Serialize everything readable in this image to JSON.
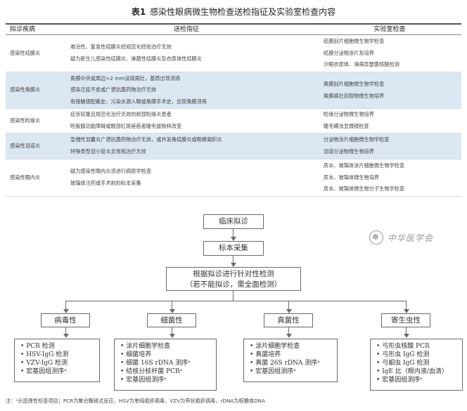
{
  "table": {
    "number": "表1",
    "title": "感染性眼病微生物检查送检指征及实验室检查内容",
    "headers": [
      "拟诊疾病",
      "送检指征",
      "实验室检查"
    ],
    "rows": [
      {
        "disease": "感染性结膜炎",
        "indications": [
          "难治性、复发性结膜炎经规范化经验治疗无效",
          "疑为新生儿感染性结膜炎、淋菌性结膜炎及衣原体性结膜炎"
        ],
        "tests": [
          "结膜刮片细胞微生物学检查",
          "结膜分泌物涂片及培养",
          "沙眼衣原体、淋病奈瑟菌核酸检测"
        ]
      },
      {
        "disease": "感染性角膜炎",
        "indications": [
          "角膜中央或周边>2 mm浸润病灶，基质出现溃疡",
          "感染迁延不愈或广谱抗菌药物治疗无效",
          "有接触镜配戴史、污染水源入眼或角膜手术史，出现角膜溃疡"
        ],
        "tests": [
          "角膜刮片细胞微生物学检查",
          "角膜病灶刮取物微生物培养"
        ]
      },
      {
        "disease": "感染性睑缘炎",
        "indications": [
          "症状较重且规范化治疗无效的前部睑缘炎患者",
          "睑板腺功能障碍或眼部红斑痤疮者睫毛拔除样改变"
        ],
        "tests": [
          "睑缘分泌物微生物培养",
          "睫毛螨虫显微镜检查"
        ]
      },
      {
        "disease": "感染性泪道炎",
        "indications": [
          "急慢性泪囊炎广谱抗菌药物治疗无效，或并发角结膜炎或眶蜂窝织炎",
          "特殊类型泪小管炎且常规治疗无效"
        ],
        "tests": [
          "分泌物涂片细胞微生物学检查",
          "泪道分泌物微生物培养"
        ]
      },
      {
        "disease": "感染性眼内炎",
        "indications": [
          "疑为感染性眼内炎须进行病原学检查",
          "玻璃体注药或手术前的标本采集"
        ],
        "tests": [
          "房水、玻璃体涂片细胞微生物学检查",
          "房水、玻璃体微生物培养",
          "房水、玻璃体微生物分子生物学检查"
        ]
      }
    ]
  },
  "flowchart": {
    "step1": "临床拟诊",
    "step2": "标本采集",
    "step3_line1": "根据拟诊进行针对性检测",
    "step3_line2": "（若不能拟诊，需全面检测）",
    "categories": [
      {
        "label": "病毒性",
        "items": [
          "PCR 检测",
          "HSV-IgG 检测",
          "VZV-IgG 检测",
          "宏基因组测序ᵃ"
        ]
      },
      {
        "label": "细菌性",
        "items": [
          "涂片细胞学检查",
          "细菌培养",
          "细菌 16S rDNA 测序ᵃ",
          "结核分枝杆菌 PCRᵃ",
          "宏基因组测序ᵃ"
        ]
      },
      {
        "label": "真菌性",
        "items": [
          "涂片细胞学检查",
          "真菌培养",
          "真菌 26S rDNA 测序ᵃ",
          "宏基因组测序ᵃ"
        ]
      },
      {
        "label": "寄生虫性",
        "items": [
          "弓形虫核酸 PCR",
          "弓形虫 IgG 检测",
          "弓蛔虫 IgG 检测",
          "IgE 比（眼内液/血清）",
          "宏基因组测序ᵃ"
        ]
      }
    ],
    "bullet": "•"
  },
  "watermark": {
    "text": "中华医学会"
  },
  "footnote": "注：ᵃ示选择性检查项目；PCR为聚合酶链式反应，HSV为单纯疱疹病毒，VZV为带状疱疹病毒，rDNA为核糖体DNA",
  "colors": {
    "row_highlight": "#dbe7f3",
    "line": "#6a6a6a"
  }
}
